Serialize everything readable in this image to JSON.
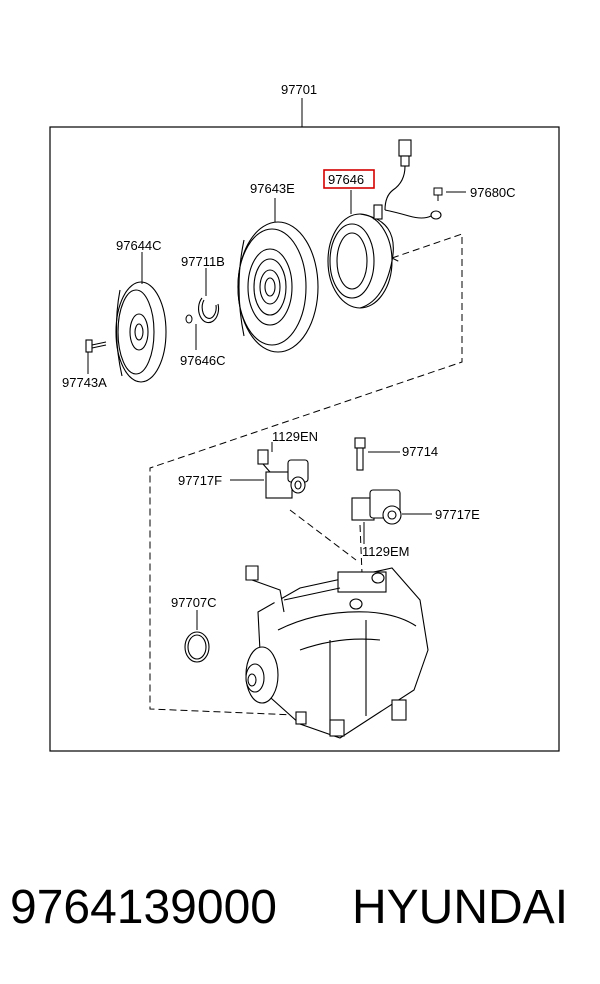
{
  "diagram": {
    "assembly_label": "97701",
    "parts": {
      "p97646": "97646",
      "p97680C": "97680C",
      "p97643E": "97643E",
      "p97644C": "97644C",
      "p97711B": "97711B",
      "p97646C": "97646C",
      "p97743A": "97743A",
      "p1129EN": "1129EN",
      "p97714": "97714",
      "p97717F": "97717F",
      "p97717E": "97717E",
      "p1129EM": "1129EM",
      "p97707C": "97707C"
    },
    "highlight_color": "#d40000"
  },
  "caption": {
    "part_number": "9764139000",
    "brand": "HYUNDAI"
  }
}
